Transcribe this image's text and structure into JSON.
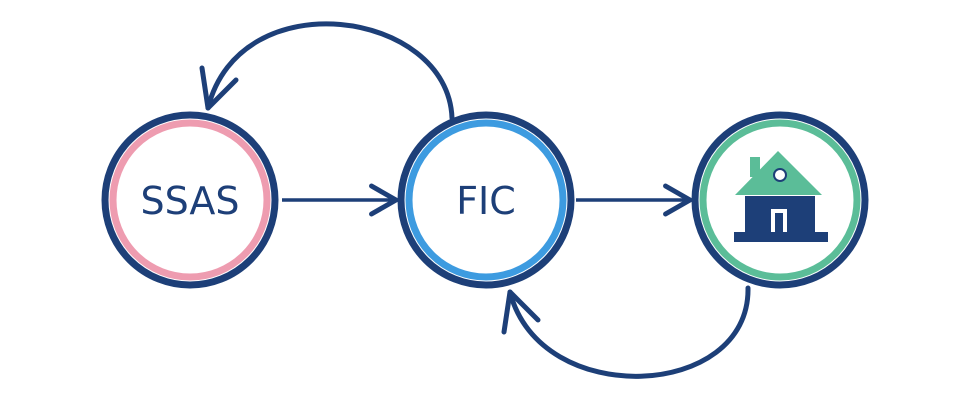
{
  "nodes": {
    "ssas": {
      "label": "SSAS",
      "ring_color": "#ee9cb0"
    },
    "fic": {
      "label": "FIC",
      "ring_color": "#3d9be0"
    },
    "property": {
      "icon": "house-icon",
      "ring_color": "#5bbd98"
    }
  },
  "colors": {
    "outline": "#1d3f78",
    "arrow": "#1d3f78",
    "house_roof": "#5bbd98",
    "house_body": "#1d3f78"
  },
  "edges": [
    {
      "from": "ssas",
      "to": "fic"
    },
    {
      "from": "fic",
      "to": "property"
    },
    {
      "from": "fic",
      "to": "ssas"
    },
    {
      "from": "property",
      "to": "fic"
    }
  ]
}
